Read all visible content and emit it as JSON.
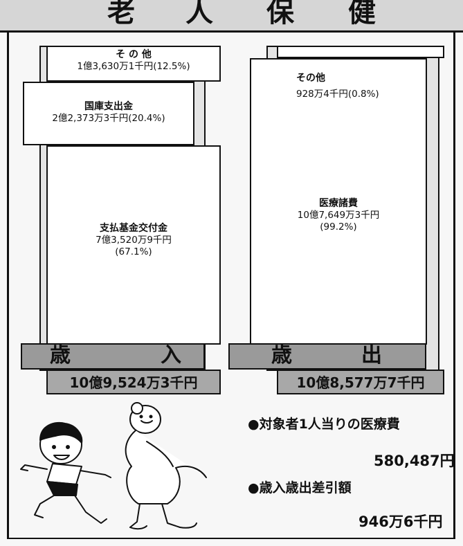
{
  "title": [
    "老",
    "人",
    "保",
    "健"
  ],
  "revenue": {
    "label_left": "歳",
    "label_right": "入",
    "total": "10億9,524万3千円",
    "items": [
      {
        "name": "そ の 他",
        "amount": "1億3,630万1千円(12.5%)",
        "percent": 12.5
      },
      {
        "name": "国庫支出金",
        "amount": "2億2,373万3千円(20.4%)",
        "percent": 20.4
      },
      {
        "name": "支払基金交付金",
        "amount": "7億3,520万9千円",
        "pct_label": "(67.1%)",
        "percent": 67.1
      }
    ]
  },
  "expenditure": {
    "label_left": "歳",
    "label_right": "出",
    "total": "10億8,577万7千円",
    "items": [
      {
        "name": "その他",
        "amount": "928万4千円(0.8%)",
        "percent": 0.8
      },
      {
        "name": "医療諸費",
        "amount": "10億7,649万3千円",
        "pct_label": "(99.2%)",
        "percent": 99.2
      }
    ]
  },
  "notes": [
    {
      "label": "●対象者1人当りの医療費",
      "value": "580,487円"
    },
    {
      "label": "●歳入歳出差引額",
      "value": "946万6千円"
    }
  ]
}
